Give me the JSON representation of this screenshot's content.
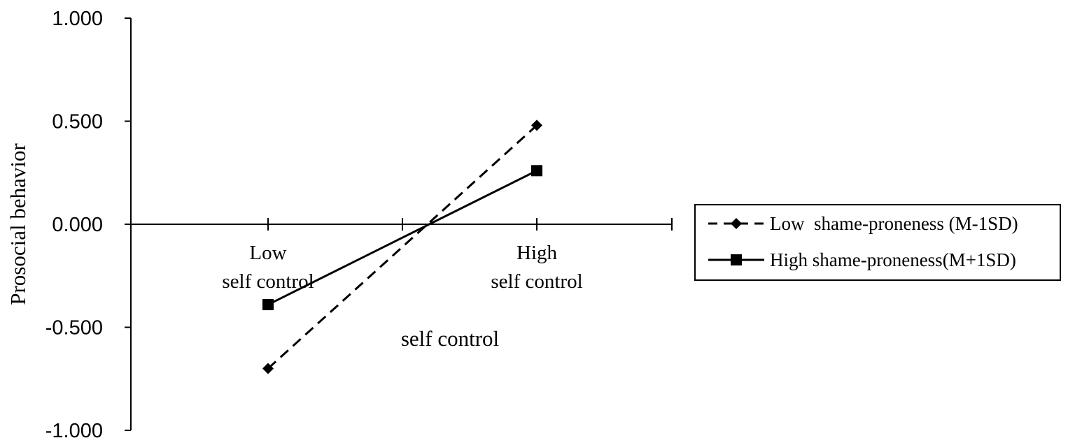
{
  "chart_data": {
    "type": "line",
    "ylabel": "Prosocial  behavior",
    "xlabel": "self control",
    "categories": [
      [
        "Low",
        "self control"
      ],
      [
        "High",
        "self control"
      ]
    ],
    "ylim": [
      -1.0,
      1.0
    ],
    "yticks": [
      1.0,
      0.5,
      0.0,
      -0.5,
      -1.0
    ],
    "ytick_labels": [
      "1.000",
      "0.500",
      "0.000",
      "-0.500",
      "-1.000"
    ],
    "grid": false,
    "legend_position": "right",
    "series": [
      {
        "name": "Low  shame-proneness (M-1SD)",
        "values": [
          -0.7,
          0.48
        ],
        "marker": "diamond",
        "line_style": "dashed",
        "color": "#000000"
      },
      {
        "name": "High shame-proneness(M+1SD)",
        "values": [
          -0.39,
          0.26
        ],
        "marker": "square",
        "line_style": "solid",
        "color": "#000000"
      }
    ]
  }
}
